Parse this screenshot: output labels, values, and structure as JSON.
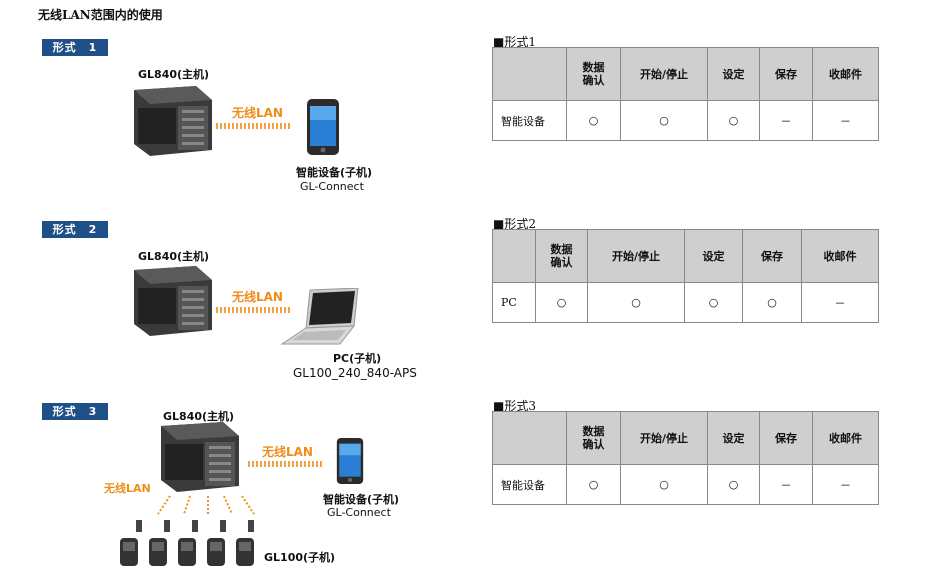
{
  "page": {
    "title": "无线LAN范围内的使用"
  },
  "forms": [
    {
      "badge": "形式　1",
      "host_label": "GL840(主机)",
      "wifi_label": "无线LAN",
      "client_label": "智能设备(子机)",
      "client_app": "GL-Connect"
    },
    {
      "badge": "形式　2",
      "host_label": "GL840(主机)",
      "wifi_label": "无线LAN",
      "client_label": "PC(子机)",
      "client_app": "GL100_240_840-APS"
    },
    {
      "badge": "形式　3",
      "host_label": "GL840(主机)",
      "wifi_label": "无线LAN",
      "wifi_label_left": "无线LAN",
      "client_label": "智能设备(子机)",
      "client_app": "GL-Connect",
      "sub_label": "GL100(子机)"
    }
  ],
  "columns": [
    "数据\n确认",
    "开始/停止",
    "设定",
    "保存",
    "收邮件"
  ],
  "tables": [
    {
      "caption": "■形式1",
      "row_label": "智能设备",
      "cells": [
        "○",
        "○",
        "○",
        "－",
        "－"
      ]
    },
    {
      "caption": "■形式2",
      "row_label": "PC",
      "cells": [
        "○",
        "○",
        "○",
        "○",
        "－"
      ]
    },
    {
      "caption": "■形式3",
      "row_label": "智能设备",
      "cells": [
        "○",
        "○",
        "○",
        "－",
        "－"
      ]
    }
  ],
  "colors": {
    "badge": "#1f4f87",
    "wifi": "#f08c1a",
    "header_bg": "#cfcfcf"
  }
}
